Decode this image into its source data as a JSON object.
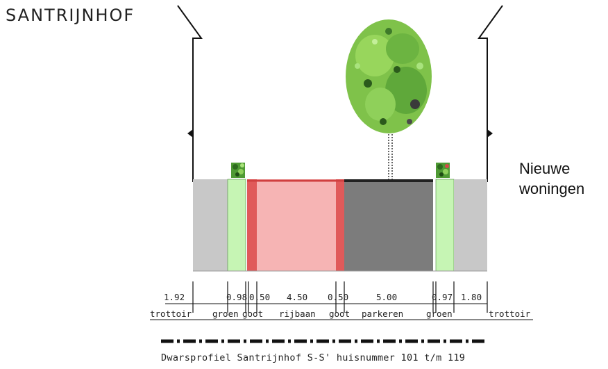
{
  "title": "SANTRIJNHOF",
  "side_label": {
    "line1": "Nieuwe",
    "line2": "woningen"
  },
  "caption": "Dwarsprofiel Santrijnhof S-S' huisnummer 101 t/m 119",
  "colors": {
    "sidewalk": "#c8c8c8",
    "green": "#c6f5b4",
    "gutter": "#e05a5a",
    "road": "#f6b4b4",
    "parking": "#7c7c7c",
    "lines": "#111111"
  },
  "dimensions": {
    "d1": "1.92",
    "d2": "0.98",
    "d3": "0.50",
    "d4": "4.50",
    "d5": "0.50",
    "d6": "5.00",
    "d7": "0.97",
    "d8": "1.80"
  },
  "zones": {
    "z1": "trottoir",
    "z2": "groen",
    "z3": "goot",
    "z4": "rijbaan",
    "z5": "goot",
    "z6": "parkeren",
    "z7": "groen",
    "z8": "trottoir"
  }
}
